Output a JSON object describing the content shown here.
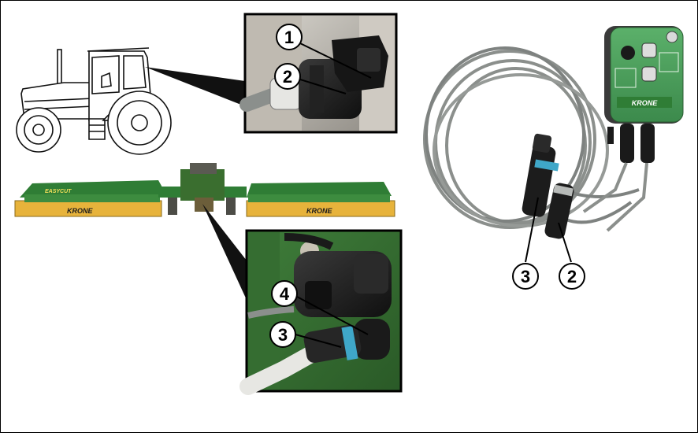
{
  "figure": {
    "callouts": {
      "c1": "1",
      "c2_top": "2",
      "c4": "4",
      "c3_bottom": "3",
      "c3_right": "3",
      "c2_right": "2"
    },
    "brand_labels": {
      "mower_left": "KRONE",
      "mower_right": "KRONE",
      "control_box": "KRONE",
      "easycut": "EASYCUT"
    },
    "colors": {
      "krone_green": "#2f7d35",
      "krone_yellow": "#e7b33b",
      "panel_green": "#4c9a5a",
      "cable_gray": "#8b8f8c",
      "connector_black": "#1c1c1c",
      "callout_ring_blue": "#3fa7c8"
    },
    "icons": [
      "tractor-icon",
      "mower-icon",
      "control-box-icon",
      "cable-icon",
      "connector-icon"
    ]
  }
}
